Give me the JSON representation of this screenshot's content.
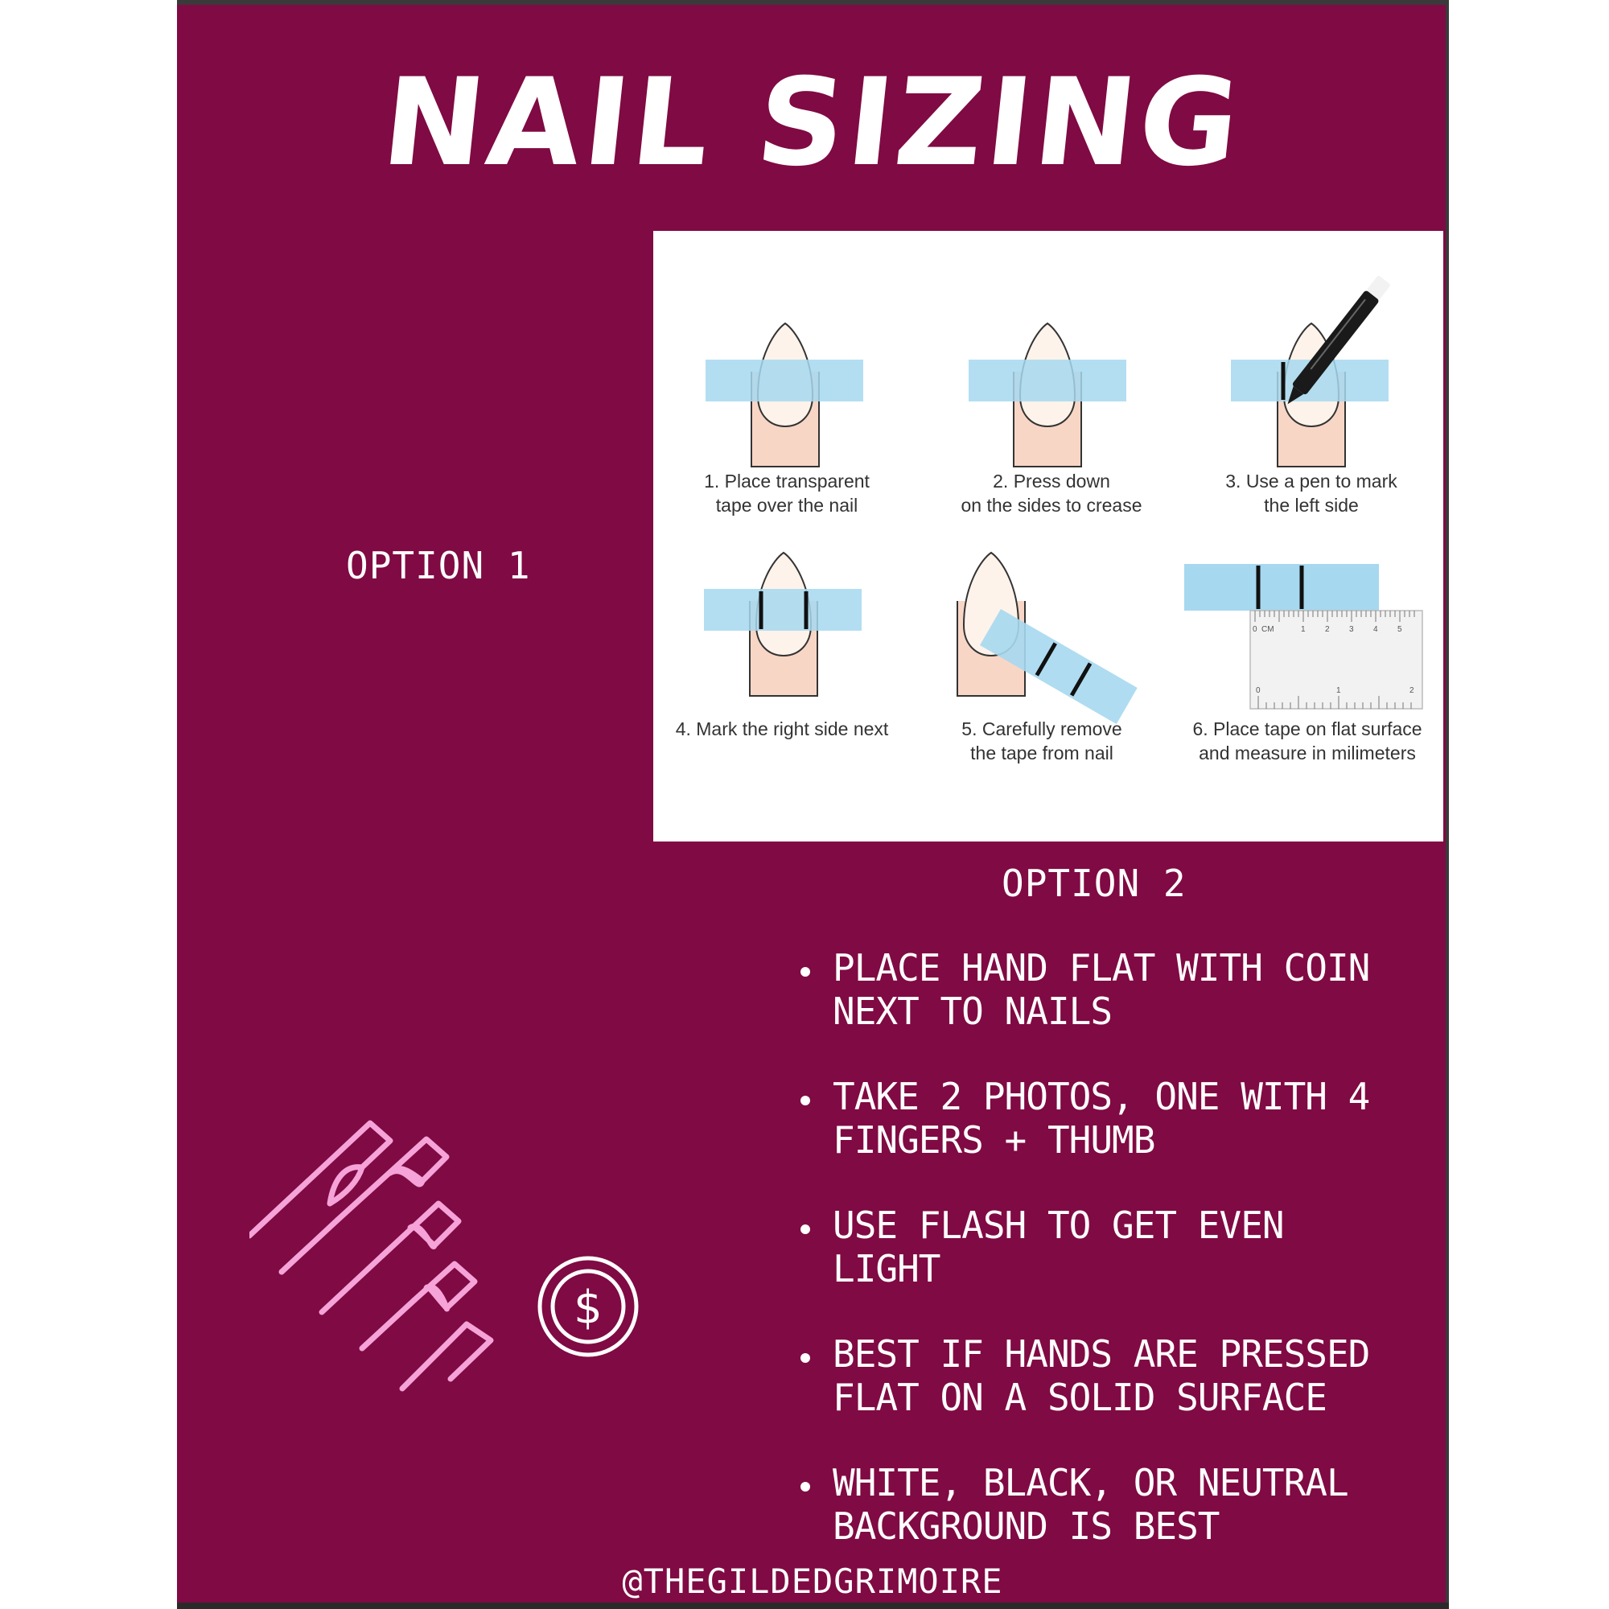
{
  "title": "NAIL SIZING",
  "option1": "OPTION 1",
  "option2": "OPTION 2",
  "steps": [
    {
      "line1": "1. Place transparent",
      "line2": "tape over the nail"
    },
    {
      "line1": "2. Press down",
      "line2": "on the sides to crease"
    },
    {
      "line1": "3. Use a pen to mark",
      "line2": "the left side"
    },
    {
      "line1": "4. Mark the right side next",
      "line2": ""
    },
    {
      "line1": "5. Carefully remove",
      "line2": "the tape from nail"
    },
    {
      "line1": "6. Place tape on flat surface",
      "line2": "and measure in milimeters"
    }
  ],
  "ruler": {
    "unit": "CM",
    "top_ticks": [
      "0",
      "1",
      "2",
      "3",
      "4",
      "5"
    ],
    "bottom_ticks": [
      "0",
      "1",
      "2"
    ]
  },
  "bullets": [
    {
      "line1": "PLACE HAND FLAT WITH COIN",
      "line2": "NEXT TO NAILS"
    },
    {
      "line1": "TAKE 2 PHOTOS, ONE WITH 4",
      "line2": "FINGERS + THUMB"
    },
    {
      "line1": "USE FLASH TO GET EVEN LIGHT",
      "line2": ""
    },
    {
      "line1": "BEST IF HANDS ARE PRESSED",
      "line2": "FLAT ON A SOLID SURFACE"
    },
    {
      "line1": "WHITE, BLACK, OR NEUTRAL",
      "line2": "BACKGROUND IS BEST"
    }
  ],
  "handle": "@THEGILDEDGRIMOIRE",
  "icons": {
    "hand": "manicured-hand-icon",
    "coin": "dollar-coin-icon",
    "pen": "pen-icon",
    "ruler": "ruler-icon"
  },
  "colors": {
    "background": "#800a43",
    "icon_pink": "#f5a3d8",
    "tape": "#a6d8ef",
    "skin": "#f8d6c6"
  }
}
